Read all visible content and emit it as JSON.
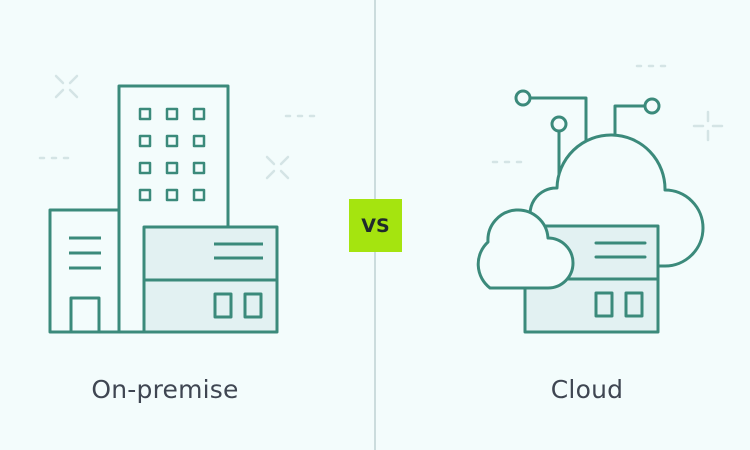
{
  "left_label": "On-premise",
  "right_label": "Cloud",
  "badge_text": "VS",
  "colors": {
    "background": "#f3fcfc",
    "stroke": "#3b8a7b",
    "fill": "#e2f1f2",
    "accent": "#a5e40f",
    "decor": "#cbdcdd",
    "text": "#3f4652"
  }
}
